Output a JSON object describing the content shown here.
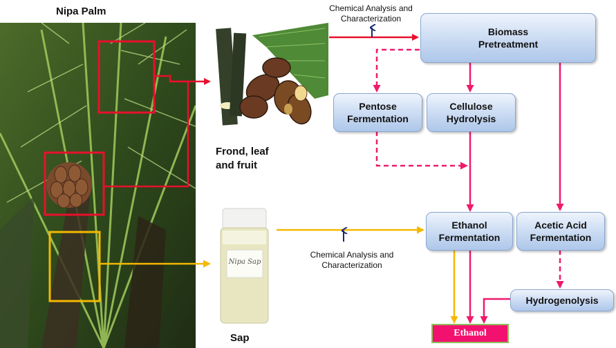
{
  "labels": {
    "nipa_palm": "Nipa Palm",
    "frond_caption": "Frond, leaf\nand fruit",
    "sap_caption": "Sap",
    "sap_bottle_label": "Nipa Sap",
    "top_note": "Chemical Analysis and\nCharacterization",
    "mid_note": "Chemical Analysis and\nCharacterization"
  },
  "boxes": {
    "biomass_pretreatment": "Biomass\nPretreatment",
    "pentose_fermentation": "Pentose\nFermentation",
    "cellulose_hydrolysis": "Cellulose\nHydrolysis",
    "ethanol_fermentation": "Ethanol\nFermentation",
    "acetic_acid_fermentation": "Acetic Acid\nFermentation",
    "hydrogenolysis": "Hydrogenolysis",
    "ethanol_product": "Ethanol"
  },
  "colors": {
    "red_arrow": "#e8102c",
    "pink_arrow": "#ef1a6c",
    "orange_arrow": "#f5b800",
    "navy_marker": "#1a2a6c",
    "box_fill": "#c9daf2",
    "product_fill": "#f2116f"
  }
}
